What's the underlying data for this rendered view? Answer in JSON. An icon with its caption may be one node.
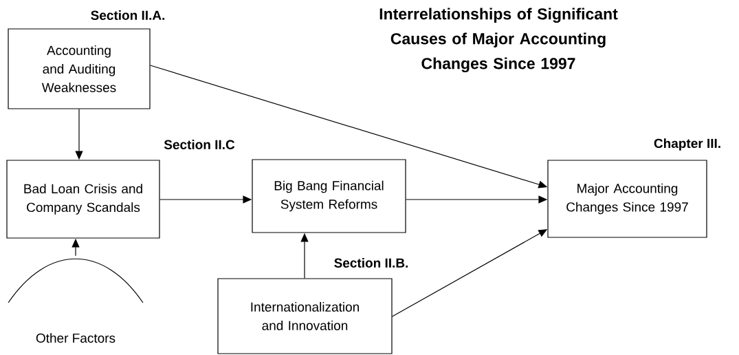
{
  "diagram": {
    "title": "Interrelationships of Significant Causes of Major Accounting Changes Since 1997",
    "nodes": [
      {
        "text": [
          "Accounting and Auditing Weaknesses"
        ],
        "beside": [
          "Section II.A."
        ]
      },
      {
        "text": [
          "Bad Loan Crisis and Company Scandals"
        ],
        "beside": [
          "Section II.C"
        ]
      },
      {
        "text": [
          "Big Bang Financial System Reforms"
        ]
      },
      {
        "text": [
          "Other Factors"
        ]
      },
      {
        "text": [
          "Internationalization and Innovation"
        ],
        "beside": [
          "Section II.B."
        ]
      },
      {
        "text": [
          "Major Accounting Changes Since 1997"
        ],
        "beside": [
          "Chapter III."
        ]
      }
    ],
    "edges": [
      {
        "from": 0,
        "to": 1,
        "arrow": "to"
      },
      {
        "from": 0,
        "to": 5,
        "arrow": "to"
      },
      {
        "from": 1,
        "to": 2,
        "arrow": "to"
      },
      {
        "from": 2,
        "to": 5,
        "arrow": "to"
      },
      {
        "from": 3,
        "to": 1,
        "arrow": "to"
      },
      {
        "from": 4,
        "to": 2,
        "arrow": "to"
      },
      {
        "from": 4,
        "to": 5,
        "arrow": "to"
      }
    ]
  }
}
